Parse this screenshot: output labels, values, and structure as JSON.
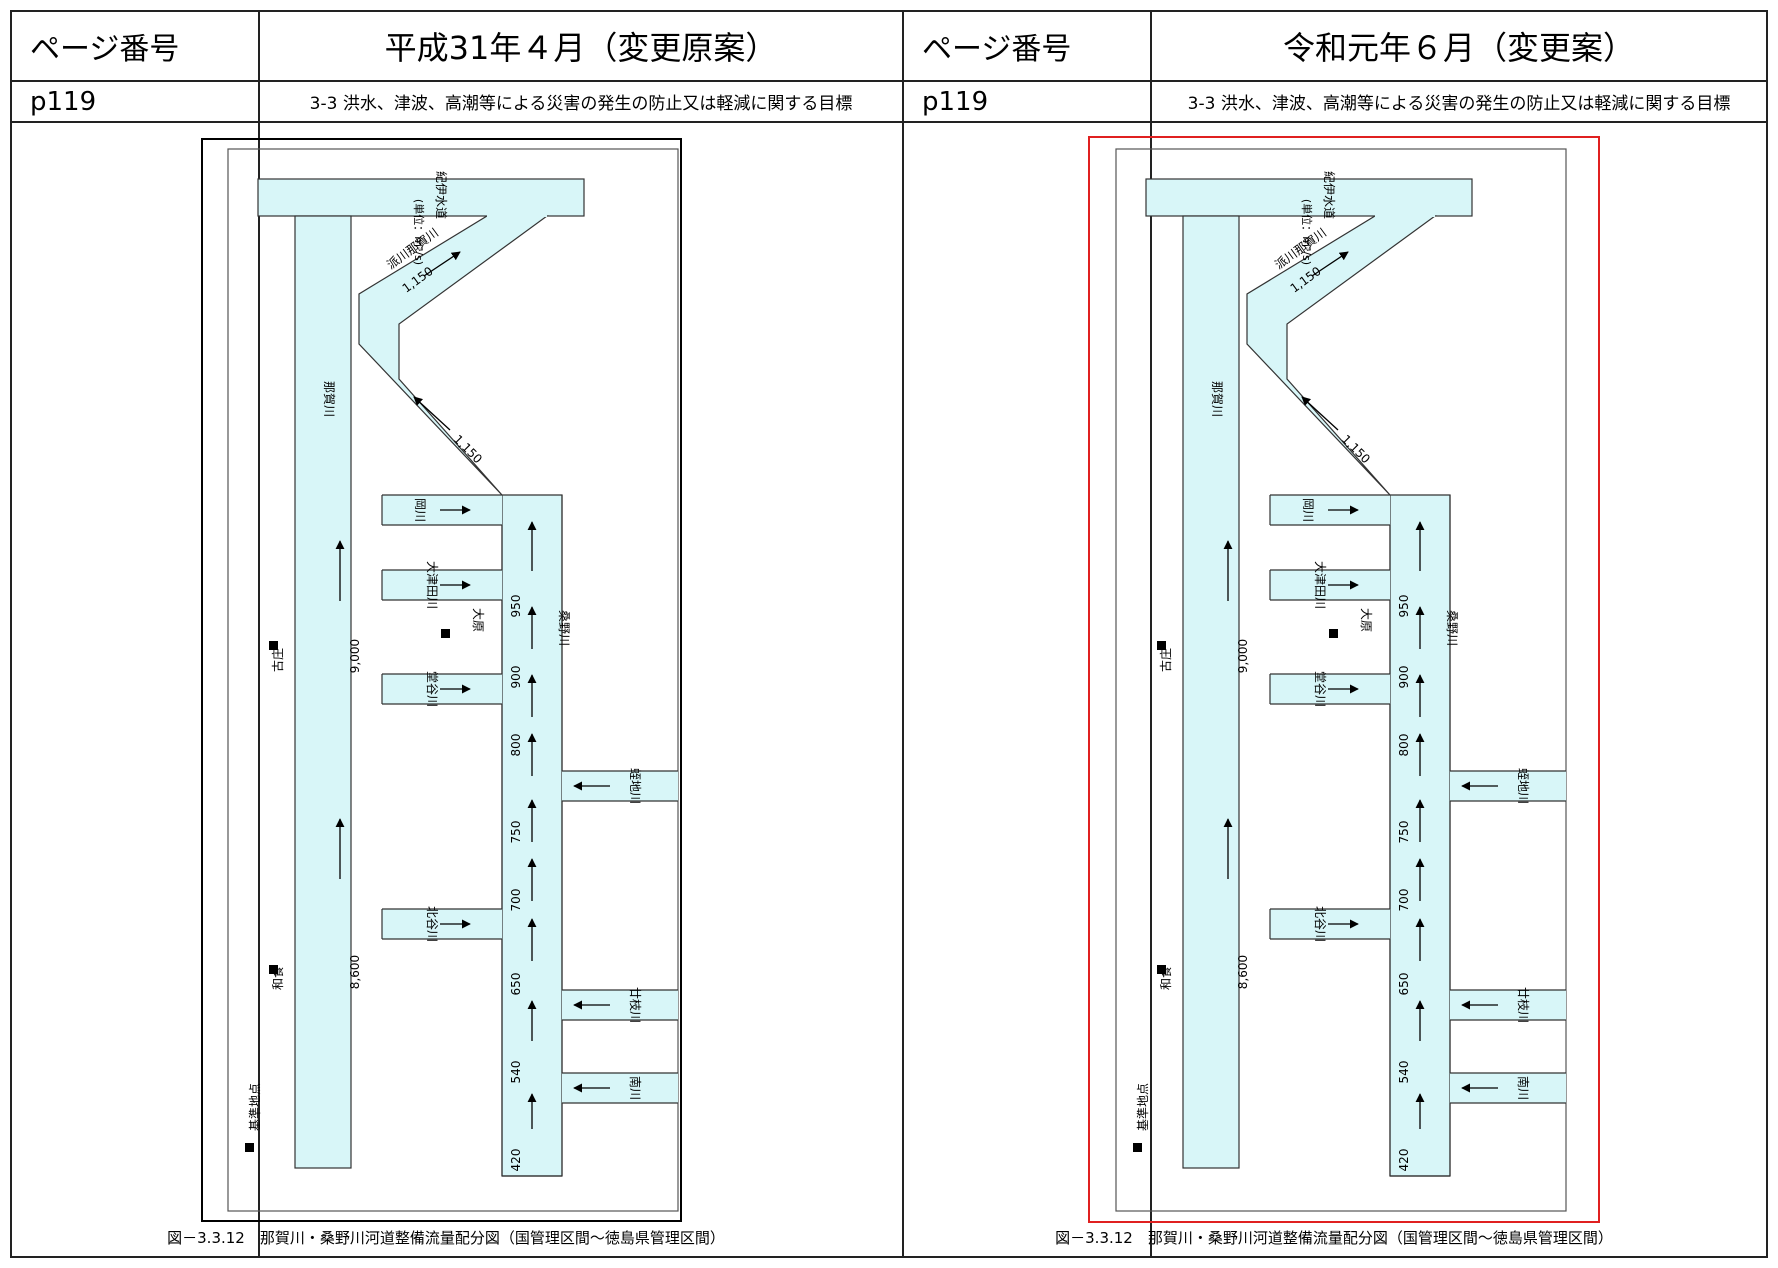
{
  "left": {
    "page_label": "ページ番号",
    "title": "平成31年４月（変更原案）",
    "page_number": "p119",
    "section": "3-3 洪水、津波、高潮等による災害の発生の防止又は軽減に関する目標"
  },
  "right": {
    "page_label": "ページ番号",
    "title": "令和元年６月（変更案）",
    "page_number": "p119",
    "section": "3-3 洪水、津波、高潮等による災害の発生の防止又は軽減に関する目標"
  },
  "figure": {
    "caption": "図－3.3.12　那賀川・桑野川河道整備流量配分図（国管理区間～徳島県管理区間）",
    "unit": "(単位：m³/s)",
    "labels": {
      "kii_suido": "紀伊水道",
      "hasen_nakagawa": "派川那賀川",
      "nakagawa": "那賀川",
      "kuwanogawa": "桑野川",
      "okagawa": "岡川",
      "otsudagawa": "大津田川",
      "ohara": "大原",
      "kosho": "古庄",
      "dotanigawa": "堂谷川",
      "kitanotanigawa": "北谷川",
      "ebisu": "蛭地川",
      "amashigawa": "廿枝川",
      "minamigawa": "南川",
      "wajiki": "和食",
      "base_point": "基準地点"
    },
    "flows": {
      "hasen_upper": "1,150",
      "hasen_lower": "1,150",
      "naka_upper": "9,000",
      "naka_lower": "8,600",
      "k950": "950",
      "k900": "900",
      "k800": "800",
      "k750": "750",
      "k700": "700",
      "k650": "650",
      "k540": "540",
      "k420": "420"
    },
    "colors": {
      "river_fill": "#d8f6f8",
      "highlight_border": "#e02020"
    }
  }
}
